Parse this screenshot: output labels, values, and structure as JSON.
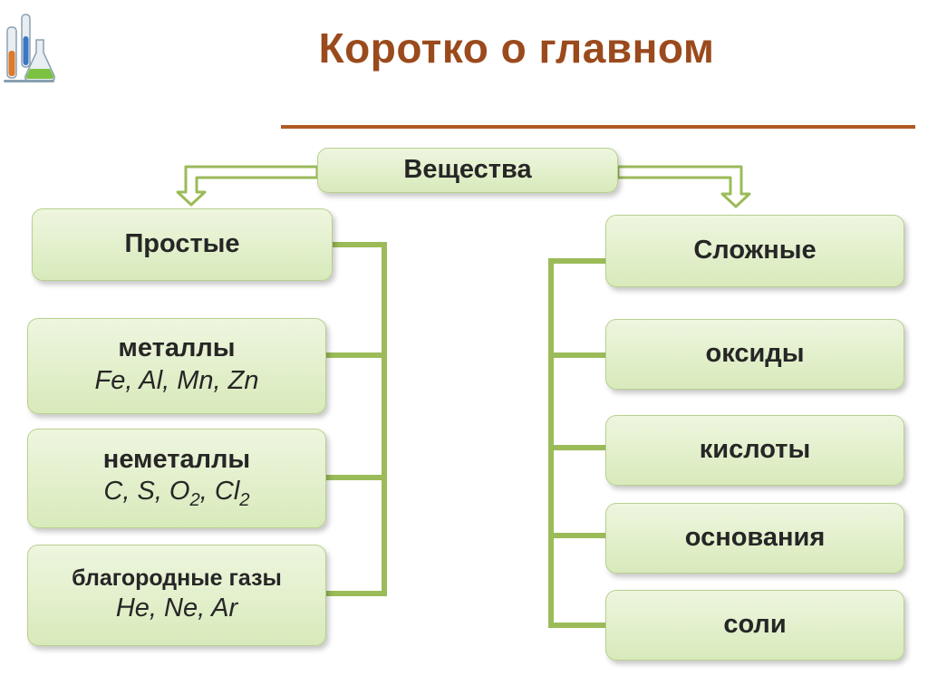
{
  "title": "Коротко о главном",
  "diagram": {
    "root": {
      "label": "Вещества"
    },
    "simple": {
      "label": "Простые",
      "children": [
        {
          "label": "металлы",
          "examples": "Fe, Al, Mn, Zn"
        },
        {
          "label": "неметаллы",
          "examples_parts": [
            "C, S, O",
            "2",
            ", Cl",
            "2"
          ]
        },
        {
          "label": "благородные газы",
          "examples": "He, Ne, Ar"
        }
      ]
    },
    "complex": {
      "label": "Сложные",
      "children": [
        {
          "label": "оксиды"
        },
        {
          "label": "кислоты"
        },
        {
          "label": "основания"
        },
        {
          "label": "соли"
        }
      ]
    }
  },
  "colors": {
    "title": "#9a4a1c",
    "rule": "#b05a25",
    "connector": "#9bbb59",
    "box_fill": "#dcebc2",
    "box_border": "#b9d08f"
  }
}
